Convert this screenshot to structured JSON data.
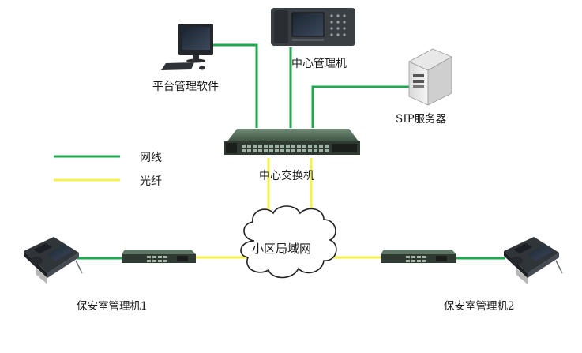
{
  "colors": {
    "network": "#1fa84f",
    "fiber": "#f4f24a",
    "device_dark": "#3a3f44",
    "device_body": "#4b6250"
  },
  "labels": {
    "platform_software": "平台管理软件",
    "center_manager": "中心管理机",
    "sip_server": "SIP服务器",
    "center_switch": "中心交换机",
    "community_lan": "小区局域网",
    "guard_manager_1": "保安室管理机1",
    "guard_manager_2": "保安室管理机2"
  },
  "legend": [
    {
      "label": "网线",
      "color_key": "network"
    },
    {
      "label": "光纤",
      "color_key": "fiber"
    }
  ],
  "icons": [
    "desktop-computer-icon",
    "intercom-terminal-icon",
    "server-tower-icon",
    "rack-switch-icon",
    "cloud-icon",
    "desk-phone-terminal-icon"
  ]
}
